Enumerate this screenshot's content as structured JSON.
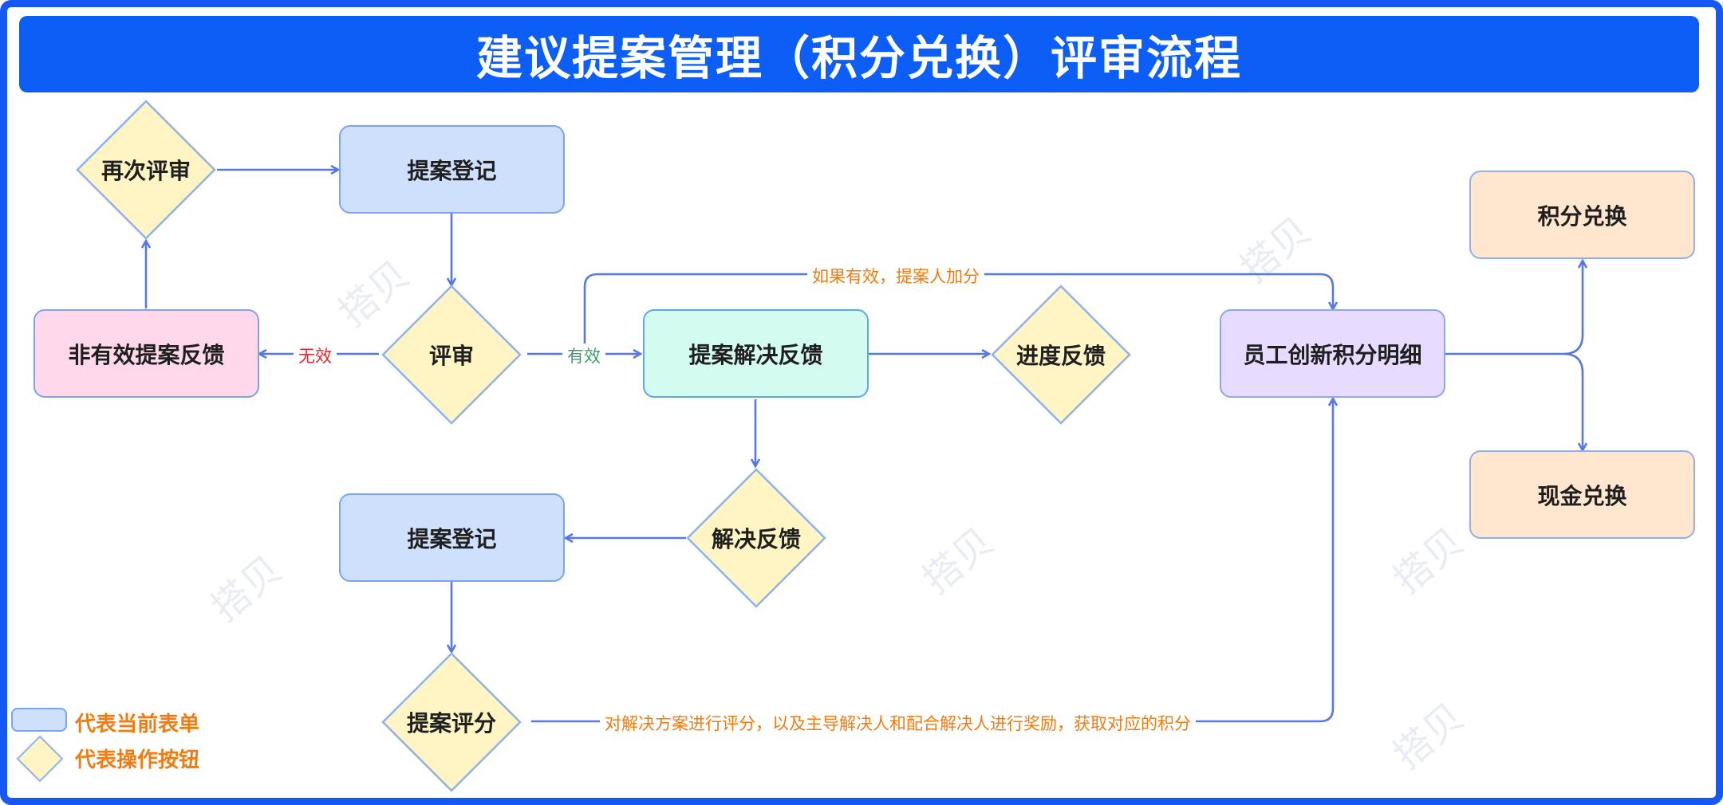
{
  "title": "建议提案管理（积分兑换）评审流程",
  "nodes": {
    "re_review": "再次评审",
    "register_top": "提案登记",
    "invalid_feedback": "非有效提案反馈",
    "review": "评审",
    "resolve_feedback_form": "提案解决反馈",
    "progress_feedback": "进度反馈",
    "employee_points": "员工创新积分明细",
    "points_exchange": "积分兑换",
    "cash_exchange": "现金兑换",
    "solution_feedback": "解决反馈",
    "register_bottom": "提案登记",
    "proposal_scoring": "提案评分"
  },
  "edge_labels": {
    "invalid": "无效",
    "valid": "有效",
    "if_valid_bonus": "如果有效，提案人加分",
    "scoring_note": "对解决方案进行评分，以及主导解决人和配合解决人进行奖励，获取对应的积分"
  },
  "legend": {
    "form_label": "代表当前表单",
    "button_label": "代表操作按钮"
  },
  "watermark_text": "搭贝",
  "colors": {
    "frame": "#1558f5",
    "title_bg": "#0d5ef7",
    "line": "#5578e8",
    "invalid_text": "#e8242b",
    "valid_text": "#3f9a6f",
    "note_text": "#f07b10",
    "form_fill": "#cfe0fc",
    "diamond_fill": "#fff5c4",
    "diamond_stroke": "#8fb2ee"
  }
}
